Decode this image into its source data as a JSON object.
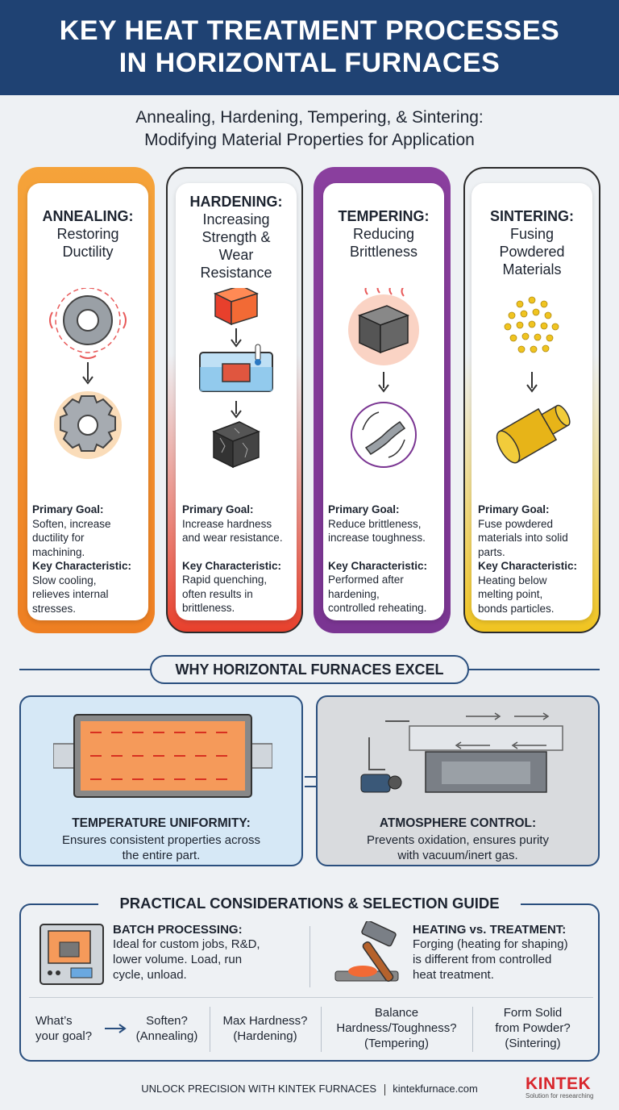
{
  "header": {
    "title_line1": "KEY HEAT TREATMENT PROCESSES",
    "title_line2": "IN HORIZONTAL FURNACES"
  },
  "subtitle": {
    "line1": "Annealing, Hardening, Tempering, & Sintering:",
    "line2": "Modifying Material Properties for Application"
  },
  "cards": [
    {
      "title": "ANNEALING:",
      "subtitle_lines": [
        "Restoring",
        "Ductility"
      ],
      "goal_label": "Primary Goal:",
      "goal_lines": [
        "Soften, increase",
        "ductility for",
        "machining."
      ],
      "char_label": "Key Characteristic:",
      "char_lines": [
        "Slow cooling,",
        "relieves internal",
        "stresses."
      ],
      "accent": "#f08a24"
    },
    {
      "title": "HARDENING:",
      "subtitle_lines": [
        "Increasing",
        "Strength &",
        "Wear",
        "Resistance"
      ],
      "goal_label": "Primary Goal:",
      "goal_lines": [
        "Increase hardness",
        "and wear resistance."
      ],
      "char_label": "Key Characteristic:",
      "char_lines": [
        "Rapid quenching,",
        "often results in",
        "brittleness."
      ],
      "accent": "#e8402c"
    },
    {
      "title": "TEMPERING:",
      "subtitle_lines": [
        "Reducing",
        "Brittleness"
      ],
      "goal_label": "Primary Goal:",
      "goal_lines": [
        "Reduce brittleness,",
        "increase toughness."
      ],
      "char_label": "Key Characteristic:",
      "char_lines": [
        "Performed after",
        "hardening,",
        "controlled reheating."
      ],
      "accent": "#7a3592"
    },
    {
      "title": "SINTERING:",
      "subtitle_lines": [
        "Fusing",
        "Powdered",
        "Materials"
      ],
      "goal_label": "Primary Goal:",
      "goal_lines": [
        "Fuse powdered",
        "materials into solid",
        "parts."
      ],
      "char_label": "Key Characteristic:",
      "char_lines": [
        "Heating below",
        "melting point,",
        "bonds particles."
      ],
      "accent": "#f0c420"
    }
  ],
  "why": {
    "title": "WHY HORIZONTAL FURNACES EXCEL",
    "left_title": "TEMPERATURE UNIFORMITY:",
    "left_lines": [
      "Ensures consistent properties across",
      "the entire part."
    ],
    "right_title": "ATMOSPHERE CONTROL:",
    "right_lines": [
      "Prevents oxidation, ensures purity",
      "with vacuum/inert gas."
    ],
    "left_bg": "#d6e8f6",
    "right_bg": "#d9dbde"
  },
  "guide": {
    "title": "PRACTICAL CONSIDERATIONS & SELECTION GUIDE",
    "batch_label": "BATCH PROCESSING:",
    "batch_lines": [
      "Ideal for custom jobs, R&D,",
      "lower volume. Load, run",
      "cycle, unload."
    ],
    "heating_label": "HEATING vs. TREATMENT:",
    "heating_lines": [
      "Forging (heating for shaping)",
      "is different from controlled",
      "heat treatment."
    ],
    "question_lines": [
      "What’s",
      "your goal?"
    ],
    "options": [
      {
        "lines": [
          "Soften?",
          "(Annealing)"
        ]
      },
      {
        "lines": [
          "Max Hardness?",
          "(Hardening)"
        ]
      },
      {
        "lines": [
          "Balance",
          "Hardness/Toughness?",
          "(Tempering)"
        ]
      },
      {
        "lines": [
          "Form Solid",
          "from Powder?",
          "(Sintering)"
        ]
      }
    ]
  },
  "footer": {
    "text": "UNLOCK PRECISION WITH KINTEK FURNACES",
    "url": "kintekfurnace.com",
    "brand": "KINTEK",
    "brand_tagline": "Solution for researching"
  }
}
